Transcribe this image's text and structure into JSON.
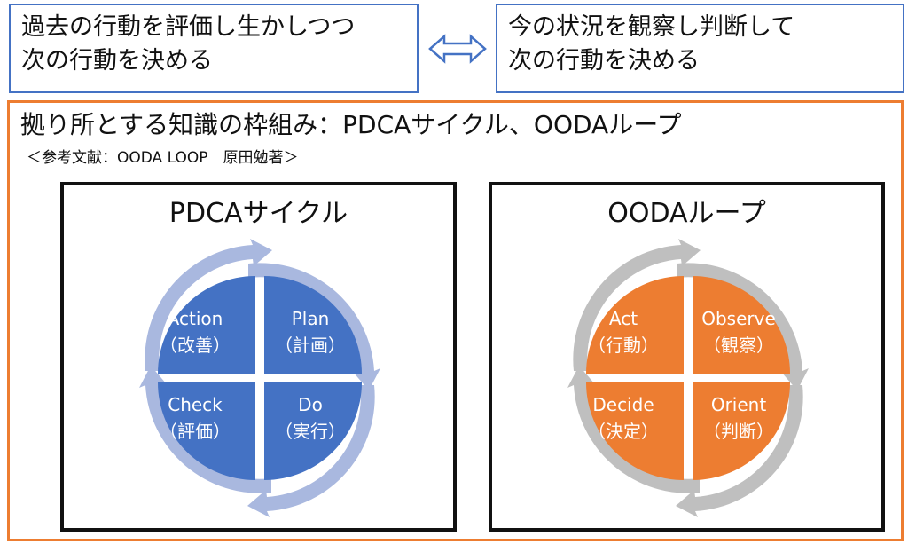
{
  "top_left": {
    "line1": "過去の行動を評価し生かしつつ",
    "line2": "次の行動を決める"
  },
  "top_right": {
    "line1": "今の状況を観察し判断して",
    "line2": "次の行動を決める"
  },
  "arrow_icon": "double-headed-arrow",
  "main": {
    "title": "拠り所とする知識の枠組み：PDCAサイクル、OODAループ",
    "reference": "＜参考文献：OODA LOOP　原田勉著＞"
  },
  "pdca": {
    "title": "PDCAサイクル",
    "fill_color": "#4472c4",
    "ring_color": "#a9b8df",
    "segments": {
      "top_left": {
        "name": "Action",
        "jp": "（改善）"
      },
      "top_right": {
        "name": "Plan",
        "jp": "（計画）"
      },
      "bottom_left": {
        "name": "Check",
        "jp": "（評価）"
      },
      "bottom_right": {
        "name": "Do",
        "jp": "（実行）"
      }
    }
  },
  "ooda": {
    "title": "OODAループ",
    "fill_color": "#ed7d31",
    "ring_color": "#bfbfbf",
    "segments": {
      "top_left": {
        "name": "Act",
        "jp": "（行動）"
      },
      "top_right": {
        "name": "Observe",
        "jp": "（観察）"
      },
      "bottom_left": {
        "name": "Decide",
        "jp": "（決定）"
      },
      "bottom_right": {
        "name": "Orient",
        "jp": "（判断）"
      }
    }
  },
  "colors": {
    "top_box_border": "#4472c4",
    "frame_border": "#ed7d31",
    "arrow": "#4472c4"
  }
}
